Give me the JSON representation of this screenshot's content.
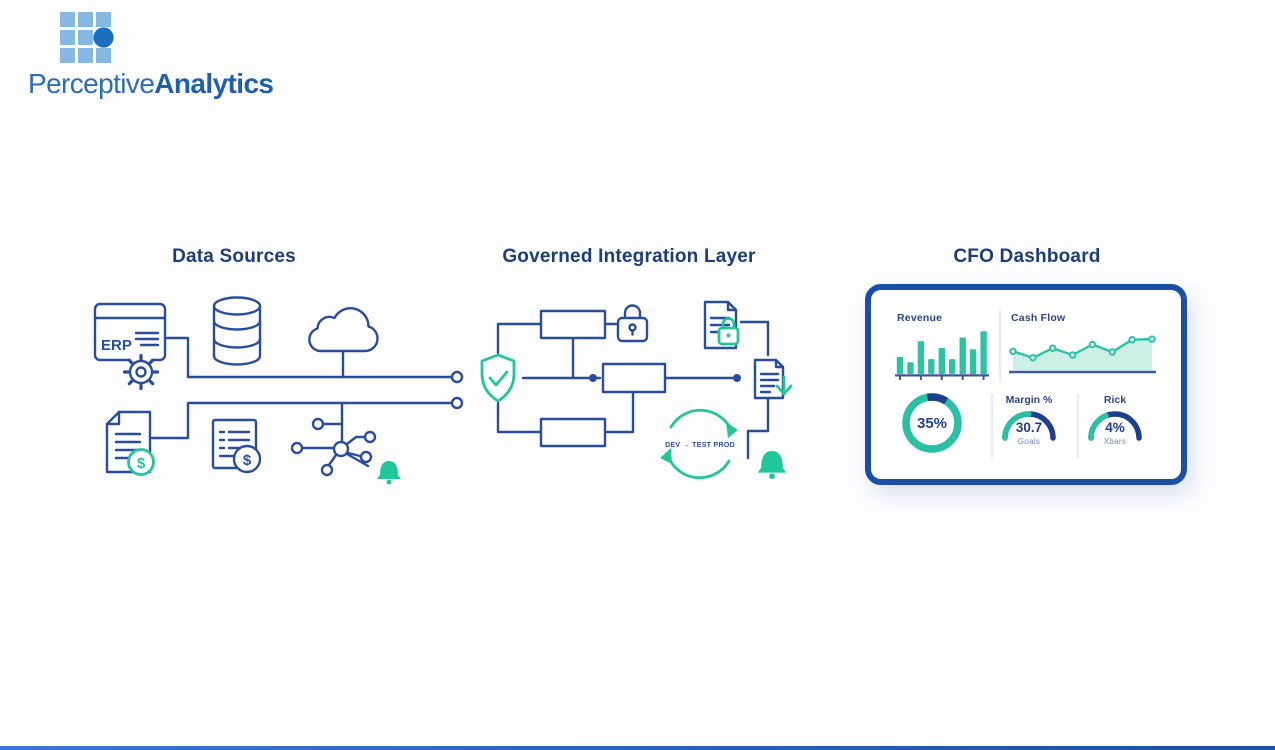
{
  "logo": {
    "name": "Perceptive",
    "bold": "Analytics"
  },
  "headings": {
    "data_sources": "Data Sources",
    "integration": "Governed Integration Layer",
    "dashboard": "CFO Dashboard"
  },
  "diagram": {
    "erp_label": "ERP",
    "cycle_label": "DEV → TEST PROD",
    "icons": [
      "erp-window-gear",
      "database",
      "cloud",
      "document-dollar",
      "invoice-dollar",
      "network-nodes",
      "alert-bell",
      "shield-check",
      "padlock",
      "secure-document-lock",
      "export-document-arrow",
      "devops-cycle",
      "alert-bell"
    ]
  },
  "colors": {
    "blue_stroke": "#2a4d9b",
    "navy": "#1e3e8e",
    "teal": "#2bc0a2",
    "mint_fill": "#cdf0e6",
    "frame": "#1a4fa4",
    "heading": "#1c3d78",
    "logo_light_blue": "#85b9e3",
    "logo_dark_blue": "#1d6fbe",
    "bell_green": "#1fc79b"
  },
  "chart_data": [
    {
      "type": "bar",
      "title": "Revenue",
      "categories": [],
      "values": [
        38,
        26,
        73,
        33,
        58,
        33,
        81,
        55,
        95
      ],
      "ylim": [
        0,
        100
      ],
      "color": "#2ec2a4",
      "axis_color": "#3b55a5"
    },
    {
      "type": "area",
      "title": "Cash Flow",
      "x": [
        1,
        2,
        3,
        4,
        5,
        6,
        7,
        8
      ],
      "values": [
        55,
        36,
        64,
        44,
        75,
        53,
        89,
        91
      ],
      "ylim": [
        0,
        100
      ],
      "line_color": "#2cc2a3",
      "fill_color": "#cdf0e6",
      "axis_color": "#4156a2"
    },
    {
      "type": "donut",
      "value_label": "35%",
      "value": 35,
      "segments": [
        {
          "name": "teal",
          "color": "#2bbfa4",
          "fraction": 0.88
        },
        {
          "name": "navy",
          "color": "#1e3e8e",
          "fraction": 0.12
        }
      ]
    },
    {
      "type": "gauge",
      "title": "Margin %",
      "value_label": "30.7",
      "sublabel": "Goals",
      "teal_fraction": 0.5,
      "colors": [
        "#2bbfa4",
        "#1e3e8e"
      ]
    },
    {
      "type": "gauge",
      "title": "Rick",
      "value_label": "4%",
      "sublabel": "Xbars",
      "teal_fraction": 0.38,
      "colors": [
        "#2bbfa4",
        "#1e3e8e"
      ]
    }
  ]
}
